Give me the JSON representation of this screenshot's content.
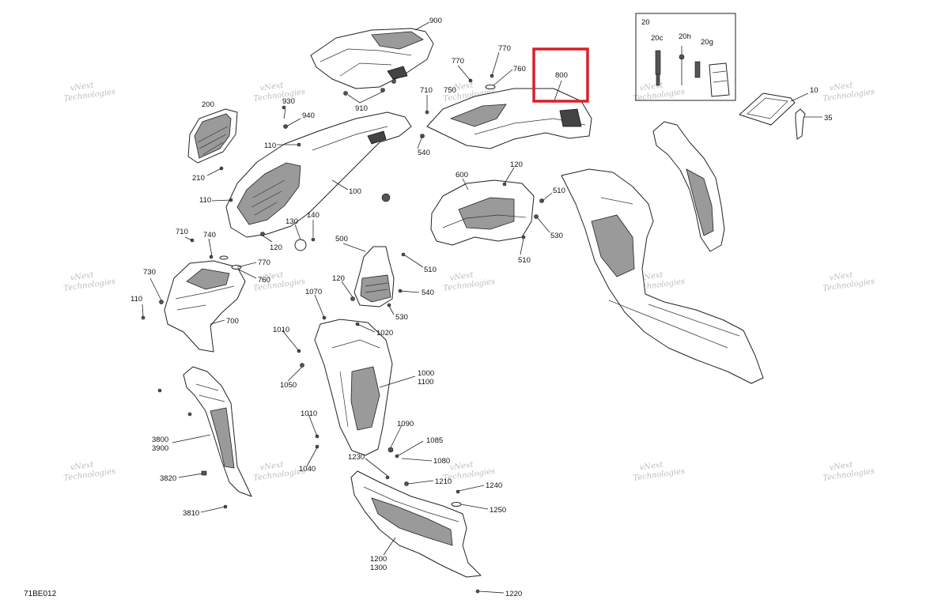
{
  "diagram_code": "71BE012",
  "watermark": {
    "line1": "vNext",
    "line2": "Technologies"
  },
  "highlight_color": "#d9202a",
  "highlighted_callout": "800",
  "inset_box": {
    "title": "20",
    "sub_labels": [
      "20c",
      "20h",
      "20g"
    ]
  },
  "callouts": [
    "900",
    "910",
    "200",
    "930",
    "940",
    "210",
    "110",
    "100",
    "540",
    "770",
    "770",
    "760",
    "710",
    "750",
    "800",
    "600",
    "120",
    "510",
    "530",
    "510",
    "110",
    "130",
    "140",
    "120",
    "710",
    "740",
    "770",
    "760",
    "730",
    "110",
    "700",
    "500",
    "510",
    "120",
    "540",
    "530",
    "1070",
    "1020",
    "1010",
    "1050",
    "1000",
    "1100",
    "1010",
    "1090",
    "1085",
    "1080",
    "1040",
    "3800",
    "3900",
    "3820",
    "3810",
    "1230",
    "1210",
    "1240",
    "1250",
    "1200",
    "1300",
    "1220",
    "10",
    "35"
  ]
}
